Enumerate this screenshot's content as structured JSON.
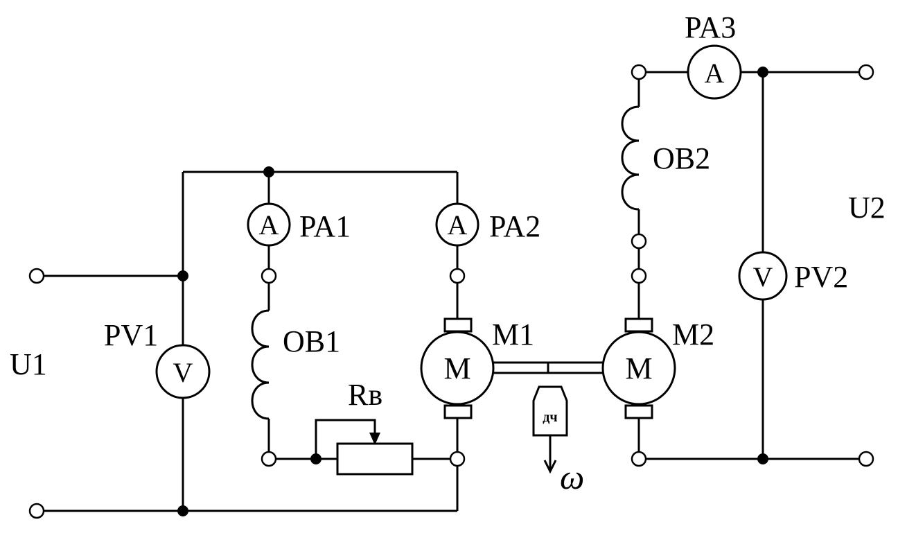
{
  "diagram": {
    "labels": {
      "u1": "U1",
      "u2": "U2",
      "pv1": "PV1",
      "pv2": "PV2",
      "pa1": "PA1",
      "pa2": "PA2",
      "pa3": "PA3",
      "ob1": "ОВ1",
      "ob2": "ОВ2",
      "m1": "M1",
      "m2": "M2",
      "rv": "Rв",
      "omega": "ω"
    },
    "symbols": {
      "ammeter": "A",
      "voltmeter": "V",
      "motor": "M",
      "tachometer": "дч"
    }
  }
}
